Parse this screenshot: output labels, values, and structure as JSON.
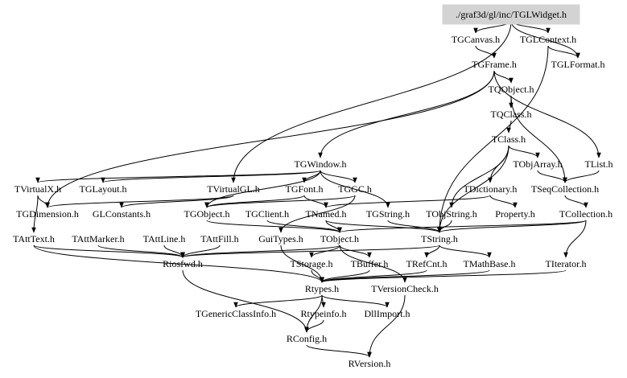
{
  "diagram": {
    "title": "Include dependency graph for ./graf3d/gl/inc/TGLWidget.h",
    "root_color": "#d3d3d3",
    "nodes": [
      {
        "id": "TGLWidget",
        "label": "./graf3d/gl/inc/TGLWidget.h",
        "root": true
      },
      {
        "id": "TGCanvas",
        "label": "TGCanvas.h"
      },
      {
        "id": "TGLContext",
        "label": "TGLContext.h"
      },
      {
        "id": "TGFrame",
        "label": "TGFrame.h"
      },
      {
        "id": "TGLFormat",
        "label": "TGLFormat.h"
      },
      {
        "id": "TQObject",
        "label": "TQObject.h"
      },
      {
        "id": "TQClass",
        "label": "TQClass.h"
      },
      {
        "id": "TClass",
        "label": "TClass.h"
      },
      {
        "id": "TGWindow",
        "label": "TGWindow.h"
      },
      {
        "id": "TObjArray",
        "label": "TObjArray.h"
      },
      {
        "id": "TList",
        "label": "TList.h"
      },
      {
        "id": "TVirtualX",
        "label": "TVirtualX.h"
      },
      {
        "id": "TGLayout",
        "label": "TGLayout.h"
      },
      {
        "id": "TVirtualGL",
        "label": "TVirtualGL.h"
      },
      {
        "id": "TGFont",
        "label": "TGFont.h"
      },
      {
        "id": "TGGC",
        "label": "TGGC.h"
      },
      {
        "id": "TDictionary",
        "label": "TDictionary.h"
      },
      {
        "id": "TSeqCollection",
        "label": "TSeqCollection.h"
      },
      {
        "id": "TGDimension",
        "label": "TGDimension.h"
      },
      {
        "id": "GLConstants",
        "label": "GLConstants.h"
      },
      {
        "id": "TGObject",
        "label": "TGObject.h"
      },
      {
        "id": "TGClient",
        "label": "TGClient.h"
      },
      {
        "id": "TNamed",
        "label": "TNamed.h"
      },
      {
        "id": "TGString",
        "label": "TGString.h"
      },
      {
        "id": "TObjString",
        "label": "TObjString.h"
      },
      {
        "id": "Property",
        "label": "Property.h"
      },
      {
        "id": "TCollection",
        "label": "TCollection.h"
      },
      {
        "id": "TAttText",
        "label": "TAttText.h"
      },
      {
        "id": "TAttMarker",
        "label": "TAttMarker.h"
      },
      {
        "id": "TAttLine",
        "label": "TAttLine.h"
      },
      {
        "id": "TAttFill",
        "label": "TAttFill.h"
      },
      {
        "id": "GuiTypes",
        "label": "GuiTypes.h"
      },
      {
        "id": "TObject",
        "label": "TObject.h"
      },
      {
        "id": "TString",
        "label": "TString.h"
      },
      {
        "id": "Riosfwd",
        "label": "Riosfwd.h"
      },
      {
        "id": "TStorage",
        "label": "TStorage.h"
      },
      {
        "id": "TBuffer",
        "label": "TBuffer.h"
      },
      {
        "id": "TRefCnt",
        "label": "TRefCnt.h"
      },
      {
        "id": "TMathBase",
        "label": "TMathBase.h"
      },
      {
        "id": "TIterator",
        "label": "TIterator.h"
      },
      {
        "id": "Rtypes",
        "label": "Rtypes.h"
      },
      {
        "id": "TVersionCheck",
        "label": "TVersionCheck.h"
      },
      {
        "id": "TGenericClassInfo",
        "label": "TGenericClassInfo.h"
      },
      {
        "id": "Rtypeinfo",
        "label": "Rtypeinfo.h"
      },
      {
        "id": "DllImport",
        "label": "DllImport.h"
      },
      {
        "id": "RConfig",
        "label": "RConfig.h"
      },
      {
        "id": "RVersion",
        "label": "RVersion.h"
      }
    ],
    "edges": [
      [
        "TGLWidget",
        "TGCanvas"
      ],
      [
        "TGLWidget",
        "TGLContext"
      ],
      [
        "TGLWidget",
        "TGLFormat"
      ],
      [
        "TGLWidget",
        "TVirtualGL"
      ],
      [
        "TGCanvas",
        "TGFrame"
      ],
      [
        "TGLContext",
        "TGLFormat"
      ],
      [
        "TGLContext",
        "TString"
      ],
      [
        "TGFrame",
        "TQObject"
      ],
      [
        "TGFrame",
        "TGWindow"
      ],
      [
        "TGFrame",
        "TGDimension"
      ],
      [
        "TGFrame",
        "TList"
      ],
      [
        "TQObject",
        "TQClass"
      ],
      [
        "TQObject",
        "TSeqCollection"
      ],
      [
        "TQClass",
        "TClass"
      ],
      [
        "TClass",
        "TObjArray"
      ],
      [
        "TClass",
        "TDictionary"
      ],
      [
        "TClass",
        "TObjString"
      ],
      [
        "TClass",
        "TString"
      ],
      [
        "TGWindow",
        "TGObject"
      ],
      [
        "TGWindow",
        "TVirtualX"
      ],
      [
        "TGWindow",
        "TGLayout"
      ],
      [
        "TGWindow",
        "TGFont"
      ],
      [
        "TGWindow",
        "TGGC"
      ],
      [
        "TGWindow",
        "TGString"
      ],
      [
        "TObjArray",
        "TSeqCollection"
      ],
      [
        "TList",
        "TSeqCollection"
      ],
      [
        "TVirtualX",
        "TGDimension"
      ],
      [
        "TVirtualX",
        "TAttText"
      ],
      [
        "TVirtualGL",
        "TGDimension"
      ],
      [
        "TVirtualGL",
        "GLConstants"
      ],
      [
        "TGFont",
        "TGObject"
      ],
      [
        "TGFont",
        "TNamed"
      ],
      [
        "TGGC",
        "TGObject"
      ],
      [
        "TGGC",
        "GuiTypes"
      ],
      [
        "TDictionary",
        "TNamed"
      ],
      [
        "TDictionary",
        "Property"
      ],
      [
        "TSeqCollection",
        "TCollection"
      ],
      [
        "TGObject",
        "TObject"
      ],
      [
        "TGClient",
        "TObject"
      ],
      [
        "TNamed",
        "TObject"
      ],
      [
        "TNamed",
        "TString"
      ],
      [
        "TGString",
        "TString"
      ],
      [
        "TObjString",
        "TString"
      ],
      [
        "TCollection",
        "TObject"
      ],
      [
        "TCollection",
        "TIterator"
      ],
      [
        "TCollection",
        "TString"
      ],
      [
        "TAttText",
        "Riosfwd"
      ],
      [
        "TAttText",
        "Rtypes"
      ],
      [
        "TAttMarker",
        "Riosfwd"
      ],
      [
        "TAttLine",
        "Riosfwd"
      ],
      [
        "TAttFill",
        "Riosfwd"
      ],
      [
        "GuiTypes",
        "Rtypes"
      ],
      [
        "TObject",
        "Riosfwd"
      ],
      [
        "TObject",
        "TStorage"
      ],
      [
        "TObject",
        "TBuffer"
      ],
      [
        "TObject",
        "TVersionCheck"
      ],
      [
        "TString",
        "TRefCnt"
      ],
      [
        "TString",
        "TMathBase"
      ],
      [
        "TString",
        "Riosfwd"
      ],
      [
        "Riosfwd",
        "RConfig"
      ],
      [
        "TStorage",
        "Rtypes"
      ],
      [
        "TBuffer",
        "Rtypes"
      ],
      [
        "TRefCnt",
        "Rtypes"
      ],
      [
        "TMathBase",
        "Rtypes"
      ],
      [
        "TIterator",
        "Rtypes"
      ],
      [
        "TVersionCheck",
        "RVersion"
      ],
      [
        "Rtypes",
        "TGenericClassInfo"
      ],
      [
        "Rtypes",
        "Rtypeinfo"
      ],
      [
        "Rtypes",
        "DllImport"
      ],
      [
        "Rtypes",
        "RConfig"
      ],
      [
        "Rtypeinfo",
        "RConfig"
      ],
      [
        "RConfig",
        "RVersion"
      ]
    ]
  }
}
